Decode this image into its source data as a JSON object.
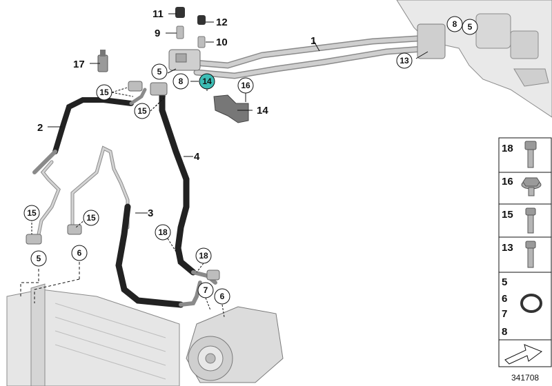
{
  "doc_number": "341708",
  "callouts": {
    "c1": "1",
    "c2": "2",
    "c3": "3",
    "c4": "4",
    "c5a": "5",
    "c5b": "5",
    "c5c": "5",
    "c6a": "6",
    "c6b": "6",
    "c7": "7",
    "c8a": "8",
    "c8b": "8",
    "c9": "9",
    "c10": "10",
    "c11": "11",
    "c12": "12",
    "c13": "13",
    "c14a": "14",
    "c14b": "14",
    "c15a": "15",
    "c15b": "15",
    "c15c": "15",
    "c15d": "15",
    "c16": "16",
    "c17": "17",
    "c18a": "18",
    "c18b": "18"
  },
  "legend": {
    "r18": "18",
    "r16": "16",
    "r15": "15",
    "r13": "13",
    "r5": "5",
    "r6": "6",
    "r7": "7",
    "r8": "8"
  },
  "colors": {
    "highlight": "#3dbdb5",
    "hose": "#2b2b2b",
    "pipe": "#bdbdbd",
    "part": "#8c8c8c"
  }
}
